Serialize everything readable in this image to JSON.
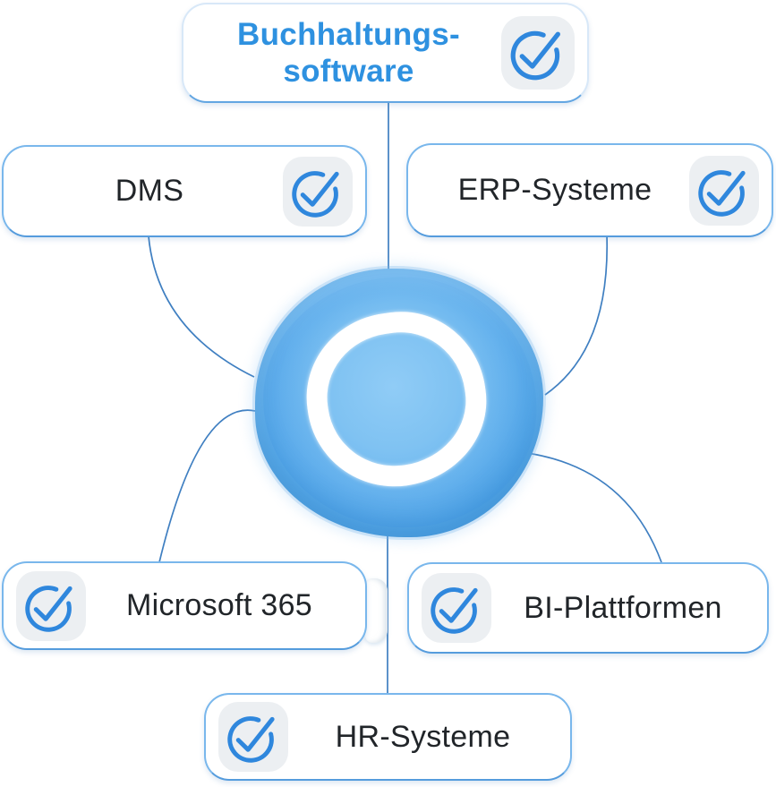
{
  "diagram_title": "Integrations hub diagram",
  "hub": {
    "type": "watercolor-circle",
    "fill": "#59aae8",
    "ring": "#ffffff"
  },
  "nodes": {
    "top": {
      "label": "Buchhaltungssoftware",
      "line1": "Buchhaltungs-",
      "line2": "software",
      "highlighted": true,
      "icon": "check-circle",
      "icon_side": "right"
    },
    "dms": {
      "label": "DMS",
      "icon": "check-circle",
      "icon_side": "right"
    },
    "erp": {
      "label": "ERP-Systeme",
      "icon": "check-circle",
      "icon_side": "right"
    },
    "ms365": {
      "label": "Microsoft 365",
      "icon": "check-circle",
      "icon_side": "left"
    },
    "bi": {
      "label": "BI-Plattformen",
      "icon": "check-circle",
      "icon_side": "left"
    },
    "hr": {
      "label": "HR-Systeme",
      "icon": "check-circle",
      "icon_side": "left"
    }
  },
  "connections": [
    "top-to-hub",
    "dms-to-hub",
    "erp-to-hub",
    "hub-to-ms365",
    "hub-to-bi",
    "hub-to-hr"
  ],
  "colors": {
    "accent": "#2f87dd",
    "line": "#3f7fc1",
    "card_border": "#79b7ec",
    "card_border_bottom": "#559cdd",
    "icon_bg": "#eceff2",
    "label_text": "#212529",
    "title_blue": "#2e91e0",
    "bg": "#ffffff"
  }
}
